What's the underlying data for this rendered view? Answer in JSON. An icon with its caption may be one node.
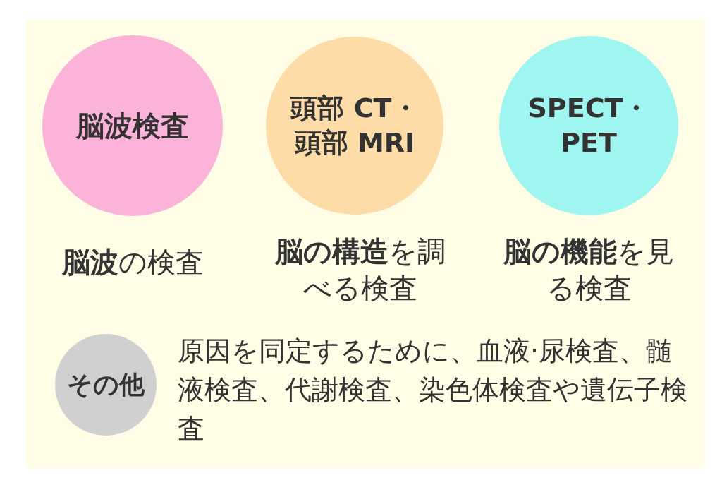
{
  "diagram": {
    "nodes": [
      {
        "text": [
          "脳波検査"
        ],
        "beside": [
          "**脳波**の検査"
        ]
      },
      {
        "text": [
          "頭部 CT・頭部 MRI"
        ],
        "beside": [
          "**脳の構造**を調べる検査"
        ]
      },
      {
        "text": [
          "SPECT・PET"
        ],
        "beside": [
          "**脳の機能**を見る検査"
        ]
      },
      {
        "text": [
          "その他"
        ],
        "beside": [
          "原因を同定するために、血液·尿検査、髄液検査、代謝検査、染色体検査や遺伝子検査"
        ]
      }
    ]
  }
}
